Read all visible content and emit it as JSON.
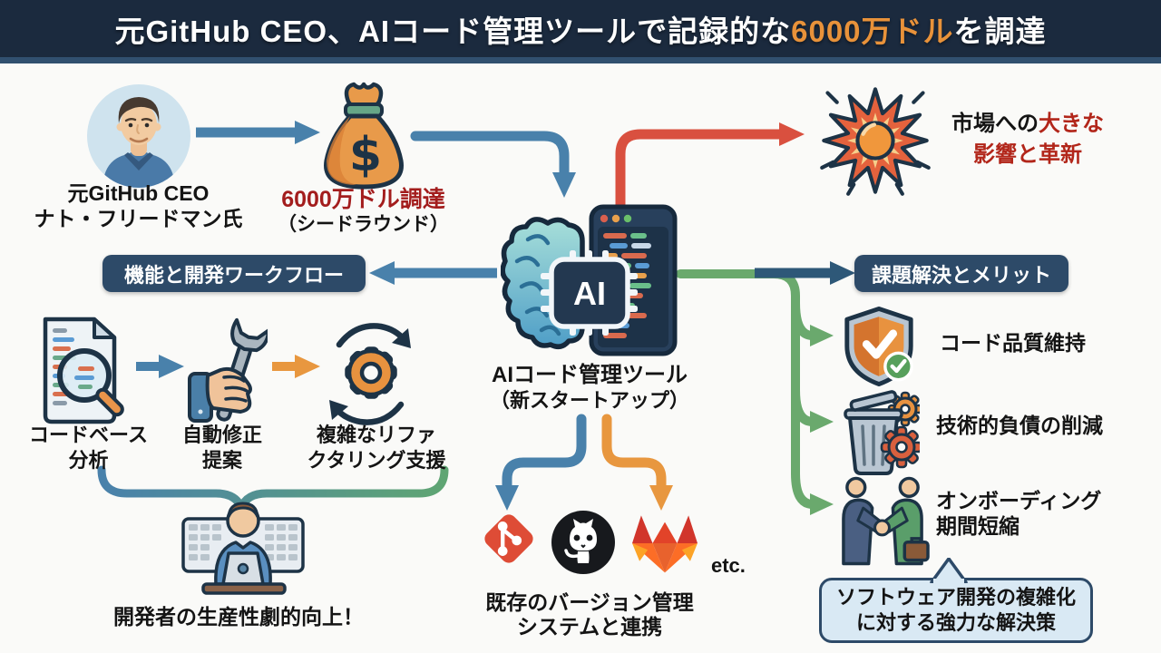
{
  "title": {
    "prefix": "元GitHub CEO、AIコード管理ツールで記録的な",
    "highlight": "6000万ドル",
    "suffix": "を調達"
  },
  "founder": {
    "line1": "元GitHub CEO",
    "line2": "ナト・フリードマン氏"
  },
  "funding": {
    "line1": "6000万ドル調達",
    "line2": "（シードラウンド）",
    "currency_symbol": "$"
  },
  "market": {
    "line1_black": "市場への",
    "line1_red": "大きな",
    "line2_red": "影響と革新"
  },
  "left_banner": "機能と開発ワークフロー",
  "right_banner": "課題解決とメリット",
  "center": {
    "chip": "AI",
    "line1": "AIコード管理ツール",
    "line2": "（新スタートアップ）"
  },
  "features": [
    {
      "line1": "コードベース",
      "line2": "分析"
    },
    {
      "line1": "自動修正",
      "line2": "提案"
    },
    {
      "line1": "複雑なリファ",
      "line2": "クタリング支援"
    }
  ],
  "developer": {
    "label": "開発者の生産性劇的向上！"
  },
  "vcs": {
    "line1": "既存のバージョン管理",
    "line2": "システムと連携",
    "etc": "etc."
  },
  "benefits": [
    {
      "line1": "コード品質維持",
      "line2": ""
    },
    {
      "line1": "技術的負債の削減",
      "line2": ""
    },
    {
      "line1": "オンボーディング",
      "line2": "期間短縮"
    }
  ],
  "bubble": {
    "line1": "ソフトウェア開発の複雑化",
    "line2": "に対する強力な解決策"
  },
  "icons": {
    "founder": "avatar-portrait",
    "funding": "money-bag",
    "impact": "explosion-burst",
    "center": "brain-with-code-window-and-ai-chip",
    "feature1": "document-magnifier",
    "feature2": "hand-wrench",
    "feature3": "gear-cycle",
    "developer": "developer-at-laptop",
    "vcs": [
      "git-logo",
      "github-logo",
      "gitlab-logo"
    ],
    "benefit1": "shield-check",
    "benefit2": "trash-gears",
    "benefit3": "handshake"
  },
  "colors": {
    "c-highlight": "#e8923a",
    "c-red": "#a31d1d",
    "c-market-red": "#b2261a",
    "c-banner": "#2d4a68",
    "c-bubble-bg": "#d9e9f4",
    "c-bubble-border": "#2d4a68",
    "c-titlebar": "#1b2a3e",
    "c-titlebar-edge": "#31506f"
  }
}
